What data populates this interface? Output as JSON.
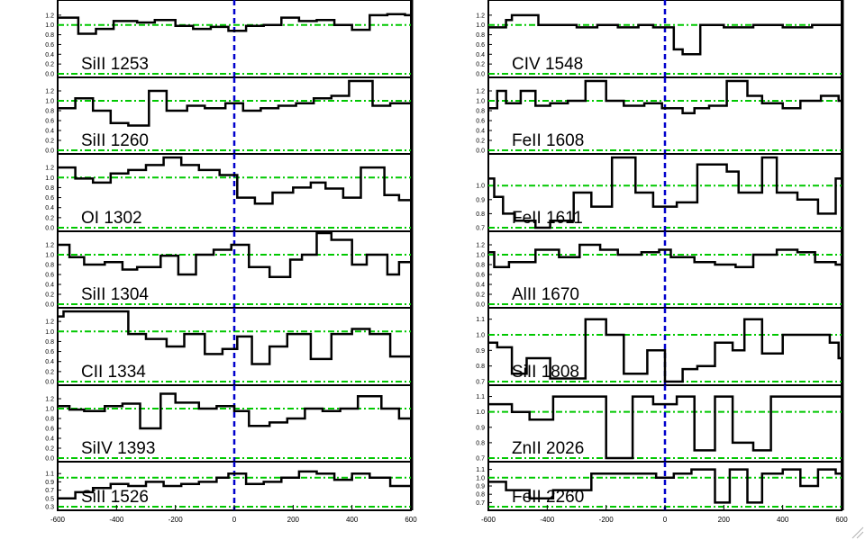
{
  "colors": {
    "spectrum": "#000000",
    "continuum": "#00c800",
    "velocity_zero": "#0000cc",
    "frame": "#000000"
  },
  "chart_data": [
    {
      "type": "line",
      "subplot": "left-1",
      "label": "SiII 1253",
      "x": [
        -600,
        -530,
        -470,
        -410,
        -330,
        -270,
        -200,
        -140,
        -80,
        -20,
        40,
        100,
        160,
        220,
        280,
        340,
        400,
        460,
        520,
        580
      ],
      "y": [
        1.15,
        0.82,
        0.92,
        1.08,
        1.05,
        1.1,
        0.98,
        0.92,
        0.96,
        0.88,
        0.98,
        1.0,
        1.15,
        1.08,
        1.1,
        1.0,
        0.9,
        1.2,
        1.22,
        1.2
      ],
      "ylim": [
        0.0,
        1.4
      ],
      "yticks": [
        "0.0",
        "0.2",
        "0.4",
        "0.6",
        "0.8",
        "1.0",
        "1.2"
      ],
      "continuum": [
        0.0,
        1.0
      ]
    },
    {
      "type": "line",
      "subplot": "left-2",
      "label": "SiII 1260",
      "x": [
        -600,
        -540,
        -480,
        -420,
        -360,
        -290,
        -230,
        -160,
        -100,
        -30,
        30,
        90,
        150,
        210,
        270,
        330,
        390,
        470,
        530
      ],
      "y": [
        0.85,
        1.05,
        0.8,
        0.55,
        0.5,
        1.2,
        0.8,
        0.9,
        0.85,
        0.95,
        0.8,
        0.85,
        0.9,
        0.95,
        1.05,
        1.1,
        1.4,
        0.9,
        0.95
      ],
      "ylim": [
        0.0,
        1.4
      ],
      "yticks": [
        "0.0",
        "0.2",
        "0.4",
        "0.6",
        "0.8",
        "1.0",
        "1.2"
      ],
      "continuum": [
        0.0,
        1.0
      ]
    },
    {
      "type": "line",
      "subplot": "left-3",
      "label": "OI 1302",
      "x": [
        -600,
        -540,
        -480,
        -420,
        -360,
        -300,
        -240,
        -180,
        -120,
        -50,
        10,
        70,
        130,
        200,
        260,
        310,
        370,
        430,
        510,
        560
      ],
      "y": [
        1.2,
        0.98,
        0.9,
        1.08,
        1.15,
        1.25,
        1.4,
        1.25,
        1.15,
        1.05,
        0.6,
        0.48,
        0.7,
        0.8,
        0.9,
        0.78,
        0.6,
        1.2,
        0.65,
        0.55
      ],
      "ylim": [
        0.0,
        1.4
      ],
      "yticks": [
        "0.0",
        "0.2",
        "0.4",
        "0.6",
        "0.8",
        "1.0",
        "1.2"
      ],
      "continuum": [
        0.0,
        1.0
      ]
    },
    {
      "type": "line",
      "subplot": "left-4",
      "label": "SiII 1304",
      "x": [
        -600,
        -560,
        -510,
        -440,
        -380,
        -330,
        -250,
        -190,
        -130,
        -70,
        -10,
        50,
        120,
        190,
        230,
        280,
        330,
        400,
        450,
        520,
        560
      ],
      "y": [
        1.2,
        0.95,
        0.8,
        0.85,
        0.7,
        0.75,
        0.98,
        0.6,
        1.0,
        1.1,
        1.2,
        0.75,
        0.55,
        0.9,
        1.0,
        1.5,
        1.3,
        0.8,
        1.0,
        0.6,
        0.85
      ],
      "ylim": [
        0.0,
        1.4
      ],
      "yticks": [
        "0.0",
        "0.2",
        "0.4",
        "0.6",
        "0.8",
        "1.0",
        "1.2"
      ],
      "continuum": [
        0.0,
        1.0
      ]
    },
    {
      "type": "line",
      "subplot": "left-5",
      "label": "CII 1334",
      "x": [
        -600,
        -580,
        -360,
        -300,
        -230,
        -170,
        -100,
        -40,
        10,
        60,
        120,
        180,
        260,
        330,
        400,
        460,
        530
      ],
      "y": [
        1.3,
        1.4,
        0.95,
        0.85,
        0.7,
        0.95,
        0.55,
        0.65,
        0.9,
        0.35,
        0.7,
        0.95,
        0.45,
        0.95,
        1.05,
        0.95,
        0.5
      ],
      "ylim": [
        0.0,
        1.4
      ],
      "yticks": [
        "0.0",
        "0.2",
        "0.4",
        "0.6",
        "0.8",
        "1.0",
        "1.2"
      ],
      "continuum": [
        0.0,
        1.0
      ]
    },
    {
      "type": "line",
      "subplot": "left-6",
      "label": "SiIV 1393",
      "x": [
        -600,
        -560,
        -510,
        -440,
        -380,
        -320,
        -250,
        -200,
        -120,
        -60,
        0,
        50,
        120,
        180,
        240,
        300,
        360,
        420,
        500,
        560
      ],
      "y": [
        1.05,
        0.98,
        0.95,
        1.05,
        1.1,
        0.6,
        1.3,
        1.12,
        1.0,
        1.05,
        0.95,
        0.65,
        0.72,
        0.8,
        1.0,
        0.95,
        1.0,
        1.25,
        1.0,
        0.8
      ],
      "ylim": [
        0.0,
        1.4
      ],
      "yticks": [
        "0.0",
        "0.2",
        "0.4",
        "0.6",
        "0.8",
        "1.0",
        "1.2"
      ],
      "continuum": [
        0.0,
        1.0
      ]
    },
    {
      "type": "line",
      "subplot": "left-7",
      "label": "SiII 1526",
      "x": [
        -600,
        -540,
        -480,
        -420,
        -360,
        -300,
        -240,
        -180,
        -120,
        -60,
        -20,
        40,
        100,
        160,
        220,
        280,
        340,
        400,
        460,
        530
      ],
      "y": [
        0.5,
        0.65,
        0.75,
        0.85,
        0.8,
        0.9,
        0.8,
        0.85,
        0.9,
        1.0,
        1.1,
        0.85,
        0.9,
        1.0,
        1.15,
        1.1,
        0.95,
        1.1,
        1.0,
        0.8
      ],
      "ylim": [
        0.3,
        1.3
      ],
      "yticks": [
        "0.3",
        "0.5",
        "0.7",
        "0.9",
        "1.1"
      ],
      "continuum": [
        0.0,
        1.0
      ]
    },
    {
      "type": "line",
      "subplot": "right-1",
      "label": "CIV 1548",
      "x": [
        -600,
        -540,
        -520,
        -430,
        -390,
        -300,
        -230,
        -160,
        -90,
        -40,
        30,
        60,
        120,
        200,
        300,
        400,
        500,
        580
      ],
      "y": [
        0.95,
        1.1,
        1.2,
        1.0,
        1.0,
        0.95,
        1.0,
        0.95,
        1.0,
        0.95,
        0.5,
        0.4,
        1.0,
        0.95,
        1.0,
        0.95,
        1.0,
        1.0
      ],
      "ylim": [
        0.0,
        1.4
      ],
      "yticks": [
        "0.0",
        "0.2",
        "0.4",
        "0.6",
        "0.8",
        "1.0",
        "1.2"
      ],
      "continuum": [
        0.0,
        1.0
      ]
    },
    {
      "type": "line",
      "subplot": "right-2",
      "label": "FeII 1608",
      "x": [
        -600,
        -570,
        -540,
        -490,
        -440,
        -390,
        -330,
        -270,
        -200,
        -140,
        -70,
        -10,
        60,
        100,
        150,
        210,
        280,
        330,
        400,
        460,
        530,
        590
      ],
      "y": [
        0.85,
        1.2,
        0.95,
        1.2,
        0.9,
        0.95,
        1.0,
        1.4,
        1.0,
        0.9,
        0.95,
        0.85,
        0.75,
        0.85,
        0.9,
        1.4,
        1.1,
        0.95,
        0.85,
        1.0,
        1.1,
        1.0
      ],
      "ylim": [
        0.0,
        1.4
      ],
      "yticks": [
        "0.0",
        "0.2",
        "0.4",
        "0.6",
        "0.8",
        "1.0",
        "1.2"
      ],
      "continuum": [
        0.0,
        1.0
      ]
    },
    {
      "type": "line",
      "subplot": "right-3",
      "label": "FeII 1611",
      "x": [
        -600,
        -580,
        -550,
        -510,
        -440,
        -390,
        -310,
        -250,
        -180,
        -100,
        -40,
        40,
        110,
        210,
        250,
        330,
        380,
        450,
        520,
        580
      ],
      "y": [
        1.05,
        0.92,
        0.8,
        0.75,
        0.7,
        0.75,
        0.95,
        0.85,
        1.2,
        0.95,
        0.85,
        0.88,
        1.15,
        1.1,
        0.95,
        1.2,
        0.95,
        0.9,
        0.8,
        1.05
      ],
      "ylim": [
        0.7,
        1.2
      ],
      "yticks": [
        "0.7",
        "0.8",
        "0.9",
        "1.0"
      ],
      "continuum": [
        0.0,
        1.0
      ]
    },
    {
      "type": "line",
      "subplot": "right-4",
      "label": "AlII 1670",
      "x": [
        -600,
        -580,
        -530,
        -440,
        -360,
        -290,
        -220,
        -160,
        -80,
        -20,
        20,
        100,
        170,
        240,
        300,
        380,
        450,
        510,
        580
      ],
      "y": [
        1.05,
        0.75,
        0.85,
        1.1,
        0.95,
        1.2,
        1.1,
        1.0,
        1.05,
        1.1,
        0.95,
        0.85,
        0.8,
        0.75,
        1.0,
        1.1,
        1.05,
        0.85,
        0.8
      ],
      "ylim": [
        0.0,
        1.4
      ],
      "yticks": [
        "0.0",
        "0.2",
        "0.4",
        "0.6",
        "0.8",
        "1.0",
        "1.2"
      ],
      "continuum": [
        0.0,
        1.0
      ]
    },
    {
      "type": "line",
      "subplot": "right-5",
      "label": "SiII 1808",
      "x": [
        -600,
        -570,
        -520,
        -470,
        -390,
        -270,
        -200,
        -140,
        -60,
        0,
        60,
        110,
        170,
        230,
        270,
        330,
        400,
        560,
        590
      ],
      "y": [
        0.95,
        0.92,
        0.75,
        0.85,
        0.72,
        1.1,
        1.0,
        0.75,
        0.9,
        0.7,
        0.78,
        0.8,
        0.95,
        0.9,
        1.1,
        0.88,
        1.0,
        0.95,
        0.85
      ],
      "ylim": [
        0.7,
        1.15
      ],
      "yticks": [
        "0.7",
        "0.8",
        "0.9",
        "1.0",
        "1.1"
      ],
      "continuum": [
        0.0,
        1.0
      ]
    },
    {
      "type": "line",
      "subplot": "right-6",
      "label": "ZnII 2026",
      "x": [
        -600,
        -520,
        -460,
        -380,
        -200,
        -110,
        -40,
        40,
        100,
        170,
        230,
        300,
        360,
        440,
        520,
        580
      ],
      "y": [
        1.05,
        1.0,
        0.95,
        1.1,
        0.7,
        1.1,
        1.05,
        1.1,
        0.75,
        1.1,
        0.8,
        0.75,
        1.1,
        1.1,
        1.1,
        1.1
      ],
      "ylim": [
        0.7,
        1.15
      ],
      "yticks": [
        "0.7",
        "0.8",
        "0.9",
        "1.0",
        "1.1"
      ],
      "continuum": [
        0.0,
        1.0
      ]
    },
    {
      "type": "line",
      "subplot": "right-7",
      "label": "FeII 2260",
      "x": [
        -600,
        -540,
        -460,
        -380,
        -250,
        -170,
        -90,
        -30,
        30,
        90,
        170,
        220,
        280,
        330,
        400,
        460,
        520,
        580
      ],
      "y": [
        0.95,
        0.85,
        0.75,
        0.85,
        1.05,
        1.05,
        1.05,
        1.0,
        1.05,
        1.1,
        0.7,
        1.1,
        0.7,
        1.05,
        1.1,
        0.9,
        1.1,
        1.05
      ],
      "ylim": [
        0.65,
        1.15
      ],
      "yticks": [
        "0.7",
        "0.8",
        "0.9",
        "1.0",
        "1.1"
      ],
      "continuum": [
        0.0,
        1.0
      ]
    }
  ],
  "xaxis": {
    "range": [
      -600,
      600
    ],
    "ticks": [
      "-600",
      "-400",
      "-200",
      "0",
      "200",
      "400",
      "600"
    ]
  }
}
